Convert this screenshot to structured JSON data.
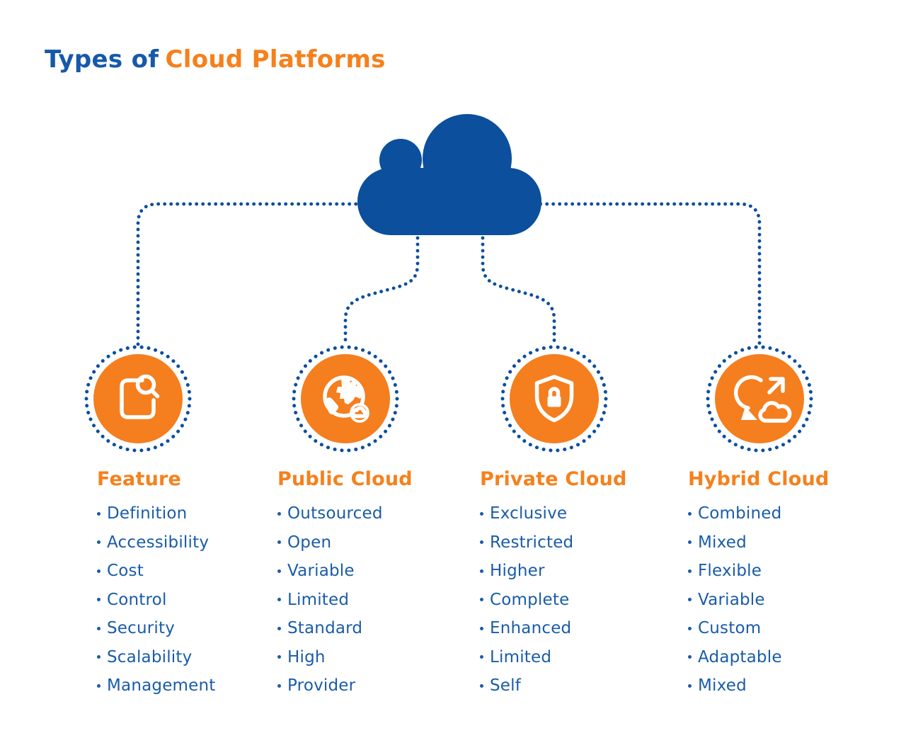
{
  "title": {
    "prefix": "Types of",
    "highlight": "Cloud Platforms"
  },
  "root_node": {
    "icon": "cloud-icon"
  },
  "columns": [
    {
      "heading": "Feature",
      "icon": "document-search-icon",
      "items": [
        "Definition",
        "Accessibility",
        "Cost",
        "Control",
        "Security",
        "Scalability",
        "Management"
      ]
    },
    {
      "heading": "Public Cloud",
      "icon": "globe-cloud-icon",
      "items": [
        "Outsourced",
        "Open",
        "Variable",
        "Limited",
        "Standard",
        "High",
        "Provider"
      ]
    },
    {
      "heading": "Private Cloud",
      "icon": "shield-lock-icon",
      "items": [
        "Exclusive",
        "Restricted",
        "Higher",
        "Complete",
        "Enhanced",
        "Limited",
        "Self"
      ]
    },
    {
      "heading": "Hybrid Cloud",
      "icon": "sync-cloud-icon",
      "items": [
        "Combined",
        "Mixed",
        "Flexible",
        "Variable",
        "Custom",
        "Adaptable",
        "Mixed"
      ]
    }
  ],
  "colors": {
    "background": "#FFFFFF",
    "blue_dark": "#0B4F9D",
    "blue_title": "#1659A8",
    "blue_text": "#1A5CA8",
    "orange": "#F57E1E",
    "heading_orange": "#F5811C",
    "icon_white": "#FFFFFF"
  }
}
